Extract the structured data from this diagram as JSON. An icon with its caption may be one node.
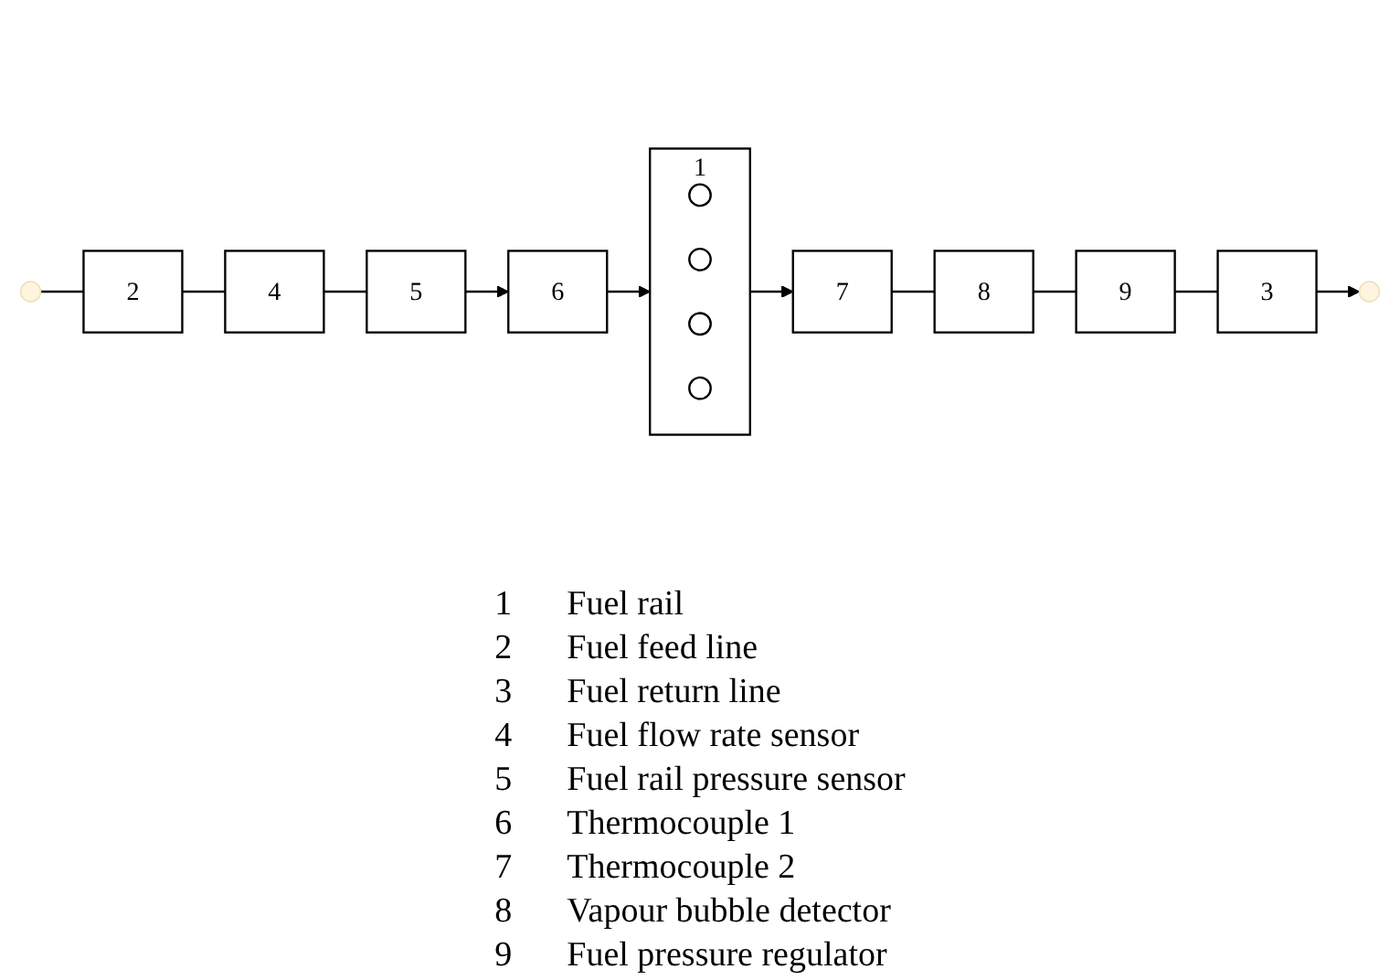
{
  "diagram": {
    "nodes": [
      {
        "text": [
          "6"
        ]
      },
      {
        "text": [
          "1"
        ]
      },
      {
        "text": [],
        "shape": "circle",
        "in": 1
      },
      {
        "text": [],
        "shape": "circle",
        "in": 1
      },
      {
        "text": [],
        "shape": "circle",
        "in": 1
      },
      {
        "text": [],
        "shape": "circle",
        "in": 1
      },
      {
        "text": [
          "7"
        ]
      },
      {
        "text": [
          "5"
        ]
      },
      {
        "text": [
          "8"
        ]
      },
      {
        "text": [
          "4"
        ]
      },
      {
        "text": [
          "9"
        ]
      },
      {
        "text": [
          "2"
        ]
      },
      {
        "text": [
          "3"
        ]
      }
    ],
    "edges": [
      {
        "from": null,
        "to": 11,
        "arrow": "none"
      },
      {
        "from": 11,
        "to": 9,
        "arrow": "none"
      },
      {
        "from": 9,
        "to": 7,
        "arrow": "none"
      },
      {
        "from": 7,
        "to": 0,
        "arrow": "to"
      },
      {
        "from": 0,
        "to": 1,
        "arrow": "to"
      },
      {
        "from": 1,
        "to": 6,
        "arrow": "to"
      },
      {
        "from": 6,
        "to": 8,
        "arrow": "none"
      },
      {
        "from": 8,
        "to": 10,
        "arrow": "none"
      },
      {
        "from": 10,
        "to": 12,
        "arrow": "none"
      },
      {
        "from": 12,
        "to": null,
        "arrow": "to"
      }
    ],
    "labels": [
      "1",
      "Fuel rail",
      "2",
      "Fuel feed line",
      "3",
      "Fuel return line",
      "4",
      "Fuel flow rate sensor",
      "5",
      "Fuel rail pressure sensor",
      "6",
      "Thermocouple 1",
      "7",
      "Thermocouple 2",
      "8",
      "Vapour bubble detector",
      "9",
      "Fuel pressure regulator"
    ]
  }
}
